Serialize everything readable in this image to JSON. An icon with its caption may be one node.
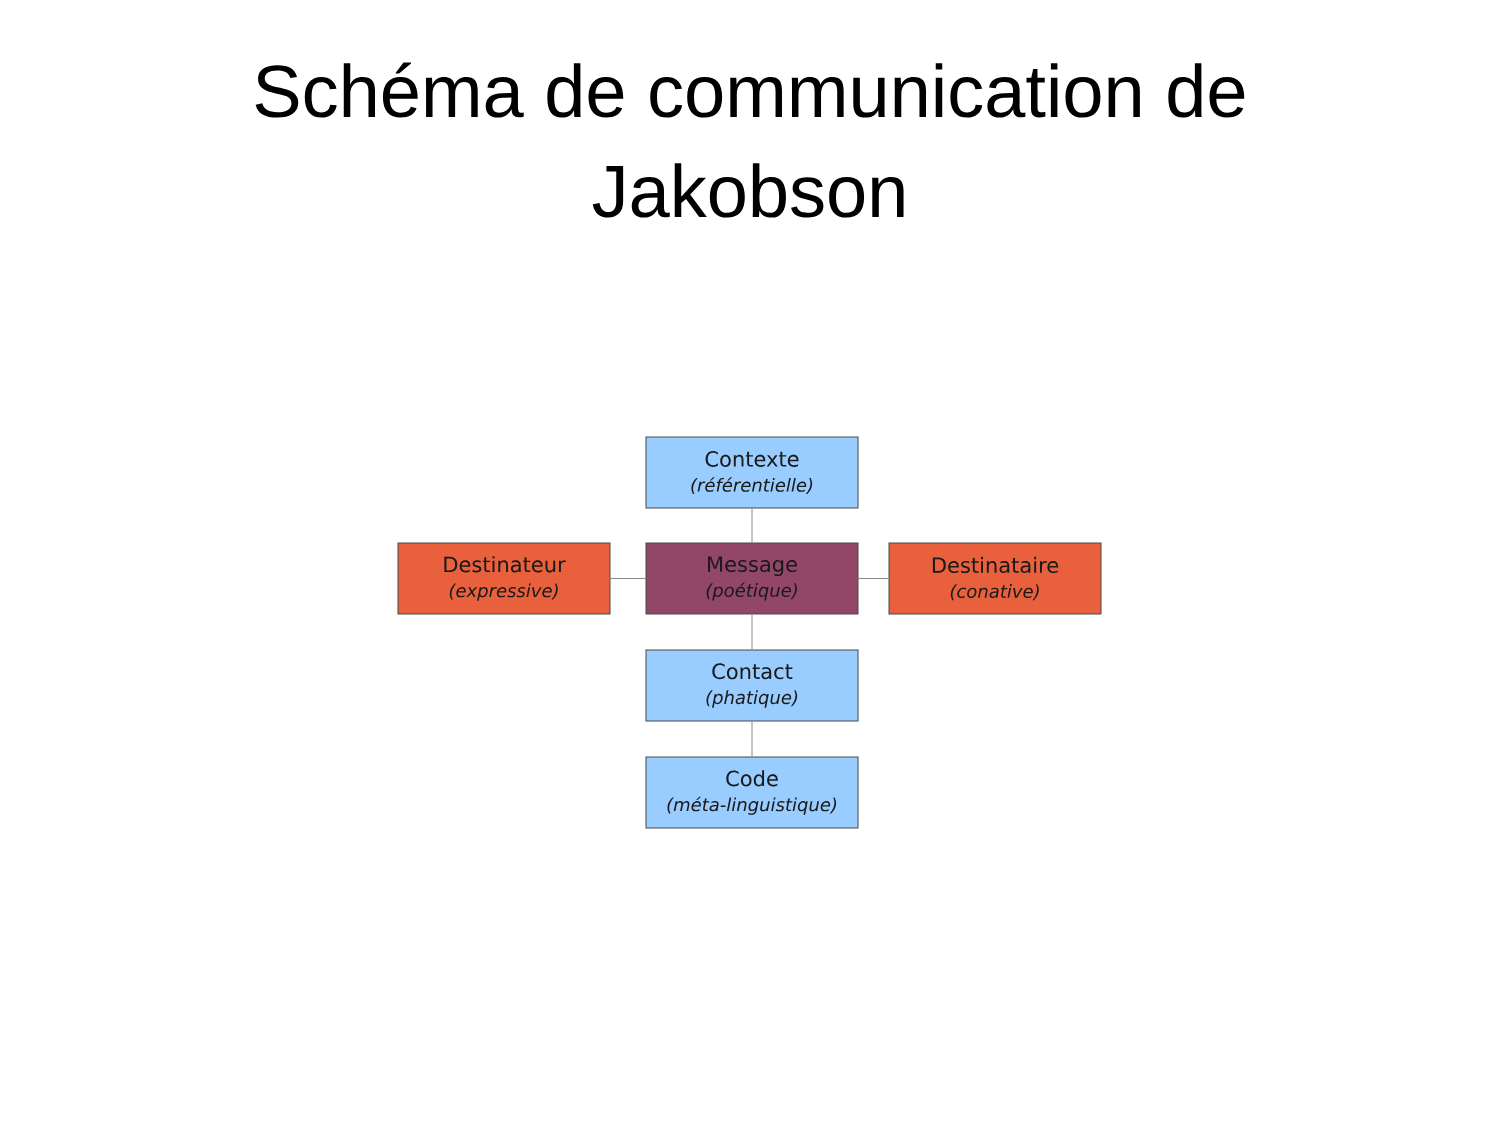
{
  "diagram": {
    "title": "Schéma de communication de Jakobson",
    "nodes": [
      {
        "text": [
          "Contexte",
          "(référentielle)"
        ]
      },
      {
        "text": [
          "Destinateur",
          "(expressive)"
        ]
      },
      {
        "text": [
          "Message",
          "(poétique)"
        ]
      },
      {
        "text": [
          "Destinataire",
          "(conative)"
        ]
      },
      {
        "text": [
          "Contact",
          "(phatique)"
        ]
      },
      {
        "text": [
          "Code",
          "(méta-linguistique)"
        ]
      }
    ],
    "edges": [
      {
        "from": 0,
        "to": 2,
        "arrow": "none"
      },
      {
        "from": 1,
        "to": 2,
        "arrow": "none"
      },
      {
        "from": 2,
        "to": 3,
        "arrow": "none"
      },
      {
        "from": 2,
        "to": 4,
        "arrow": "none"
      },
      {
        "from": 4,
        "to": 5,
        "arrow": "none"
      }
    ]
  }
}
